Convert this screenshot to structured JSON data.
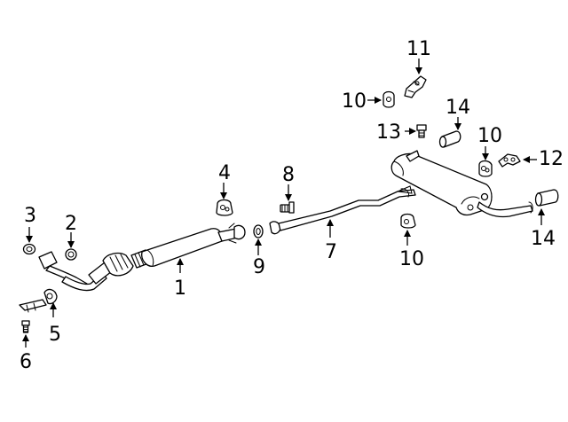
{
  "callouts": [
    {
      "id": "c1",
      "text": "1"
    },
    {
      "id": "c2",
      "text": "2"
    },
    {
      "id": "c3",
      "text": "3"
    },
    {
      "id": "c4",
      "text": "4"
    },
    {
      "id": "c5",
      "text": "5"
    },
    {
      "id": "c6",
      "text": "6"
    },
    {
      "id": "c7",
      "text": "7"
    },
    {
      "id": "c8",
      "text": "8"
    },
    {
      "id": "c9",
      "text": "9"
    },
    {
      "id": "c10a",
      "text": "10"
    },
    {
      "id": "c10b",
      "text": "10"
    },
    {
      "id": "c10c",
      "text": "10"
    },
    {
      "id": "c11",
      "text": "11"
    },
    {
      "id": "c12",
      "text": "12"
    },
    {
      "id": "c13",
      "text": "13"
    },
    {
      "id": "c14a",
      "text": "14"
    },
    {
      "id": "c14b",
      "text": "14"
    }
  ]
}
